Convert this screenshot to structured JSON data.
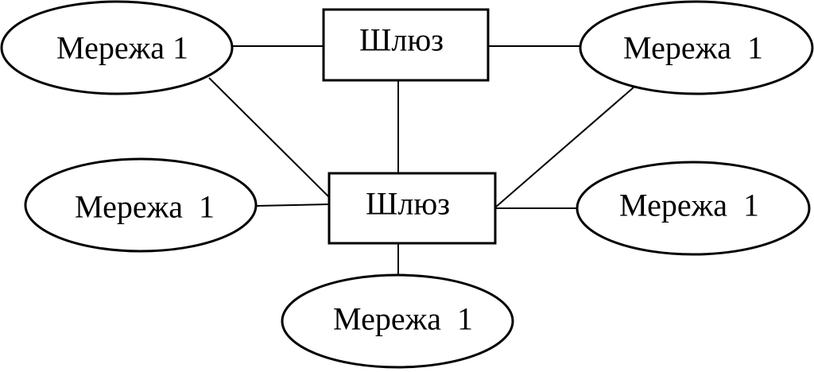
{
  "nodes": [
    {
      "id": "network-top-left",
      "shape": "ellipse",
      "label": "Мережа 1"
    },
    {
      "id": "gateway-top",
      "shape": "rect",
      "label": "Шлюз"
    },
    {
      "id": "network-top-right",
      "shape": "ellipse",
      "label": "Мережа  1"
    },
    {
      "id": "network-mid-left",
      "shape": "ellipse",
      "label": "Мережа  1"
    },
    {
      "id": "gateway-center",
      "shape": "rect",
      "label": "Шлюз"
    },
    {
      "id": "network-mid-right",
      "shape": "ellipse",
      "label": "Мережа  1"
    },
    {
      "id": "network-bottom",
      "shape": "ellipse",
      "label": "Мережа  1"
    }
  ],
  "edges": [
    {
      "from": "network-top-left",
      "to": "gateway-top"
    },
    {
      "from": "gateway-top",
      "to": "network-top-right"
    },
    {
      "from": "gateway-top",
      "to": "gateway-center"
    },
    {
      "from": "network-top-left",
      "to": "gateway-center"
    },
    {
      "from": "network-top-right",
      "to": "gateway-center"
    },
    {
      "from": "network-mid-left",
      "to": "gateway-center"
    },
    {
      "from": "gateway-center",
      "to": "network-mid-right"
    },
    {
      "from": "gateway-center",
      "to": "network-bottom"
    }
  ]
}
